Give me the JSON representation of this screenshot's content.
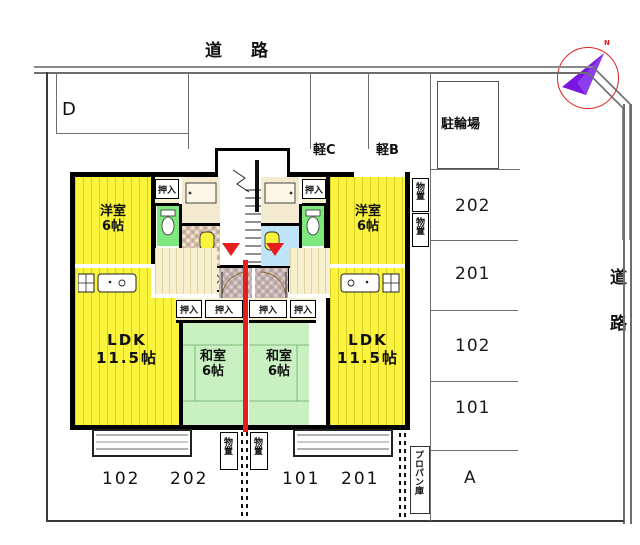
{
  "plan": {
    "type": "site-plan-floor-plan",
    "title_top": "道　路",
    "title_right": "道　路",
    "compass": {
      "label": "N",
      "needle_color": "#7a16e0",
      "ring_color": "#e01d1d"
    }
  },
  "parking": {
    "upper_left": {
      "label": "D"
    },
    "bicycle": {
      "label": "駐輪場"
    },
    "light_car": [
      {
        "label": "軽C"
      },
      {
        "label": "軽B"
      }
    ],
    "right_column": [
      {
        "label": "202"
      },
      {
        "label": "201"
      },
      {
        "label": "102"
      },
      {
        "label": "101"
      },
      {
        "label": "A"
      }
    ],
    "propane": {
      "label": "プロパン庫"
    }
  },
  "units": {
    "left": {
      "room_western": {
        "name": "洋室",
        "size": "6帖"
      },
      "room_japanese": {
        "name": "和室",
        "size": "6帖"
      },
      "ldk": {
        "name": "LDK",
        "size": "11.5帖"
      }
    },
    "right": {
      "room_western": {
        "name": "洋室",
        "size": "6帖"
      },
      "room_japanese": {
        "name": "和室",
        "size": "6帖"
      },
      "ldk": {
        "name": "LDK",
        "size": "11.5帖"
      }
    }
  },
  "closets": {
    "label": "押入",
    "positions": [
      "left-upper",
      "left-lower-a",
      "left-lower-b",
      "right-lower-a",
      "right-lower-b",
      "right-upper"
    ]
  },
  "storage": {
    "label": "物置",
    "count": 4
  },
  "bottom_labels": [
    {
      "label": "102"
    },
    {
      "label": "202"
    },
    {
      "label": "物置"
    },
    {
      "label": "物置"
    },
    {
      "label": "101"
    },
    {
      "label": "201"
    },
    {
      "label": "プロパン庫"
    }
  ],
  "colors": {
    "ldk_fill": "#fbf43c",
    "tatami_fill": "#c8f0c0",
    "toilet_fill": "#7ee87e",
    "bath_fill": "#bfe4f7",
    "corridor_fill": "#f7f0cf",
    "accent_red": "#e41d1d",
    "compass_purple": "#7a16e0",
    "wall_black": "#000000"
  }
}
